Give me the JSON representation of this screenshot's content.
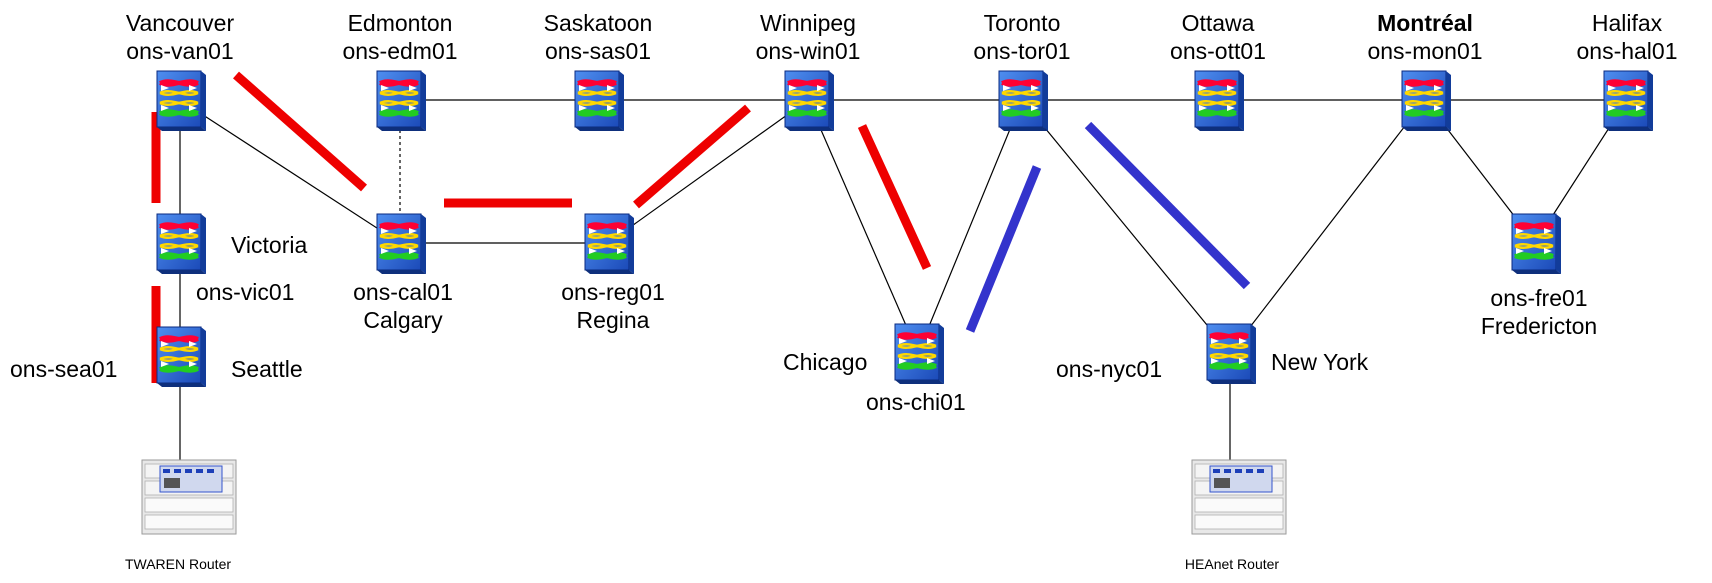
{
  "nodes": [
    {
      "id": "van",
      "city": "Vancouver",
      "host": "ons-van01"
    },
    {
      "id": "edm",
      "city": "Edmonton",
      "host": "ons-edm01"
    },
    {
      "id": "sas",
      "city": "Saskatoon",
      "host": "ons-sas01"
    },
    {
      "id": "win",
      "city": "Winnipeg",
      "host": "ons-win01"
    },
    {
      "id": "tor",
      "city": "Toronto",
      "host": "ons-tor01"
    },
    {
      "id": "ott",
      "city": "Ottawa",
      "host": "ons-ott01"
    },
    {
      "id": "mon",
      "city": "Montréal",
      "host": "ons-mon01"
    },
    {
      "id": "hal",
      "city": "Halifax",
      "host": "ons-hal01"
    },
    {
      "id": "vic",
      "city": "Victoria",
      "host": "ons-vic01"
    },
    {
      "id": "cal",
      "city": "Calgary",
      "host": "ons-cal01"
    },
    {
      "id": "reg",
      "city": "Regina",
      "host": "ons-reg01"
    },
    {
      "id": "sea",
      "city": "Seattle",
      "host": "ons-sea01"
    },
    {
      "id": "chi",
      "city": "Chicago",
      "host": "ons-chi01"
    },
    {
      "id": "nyc",
      "city": "New York",
      "host": "ons-nyc01"
    },
    {
      "id": "fre",
      "city": "Fredericton",
      "host": "ons-fre01"
    }
  ],
  "routers": [
    {
      "id": "twaren",
      "label": "TWAREN Router"
    },
    {
      "id": "heanet",
      "label": "HEAnet Router"
    }
  ],
  "links": [
    {
      "from": "van",
      "to": "vic",
      "style": "solid"
    },
    {
      "from": "van",
      "to": "cal",
      "style": "solid"
    },
    {
      "from": "edm",
      "to": "sas",
      "style": "solid"
    },
    {
      "from": "sas",
      "to": "win",
      "style": "solid"
    },
    {
      "from": "win",
      "to": "tor",
      "style": "solid"
    },
    {
      "from": "tor",
      "to": "ott",
      "style": "solid"
    },
    {
      "from": "ott",
      "to": "mon",
      "style": "solid"
    },
    {
      "from": "mon",
      "to": "hal",
      "style": "solid"
    },
    {
      "from": "edm",
      "to": "cal",
      "style": "dashed"
    },
    {
      "from": "cal",
      "to": "reg",
      "style": "solid"
    },
    {
      "from": "reg",
      "to": "win",
      "style": "solid"
    },
    {
      "from": "win",
      "to": "chi",
      "style": "solid"
    },
    {
      "from": "tor",
      "to": "chi",
      "style": "solid"
    },
    {
      "from": "tor",
      "to": "nyc",
      "style": "solid"
    },
    {
      "from": "mon",
      "to": "nyc",
      "style": "solid"
    },
    {
      "from": "mon",
      "to": "fre",
      "style": "solid"
    },
    {
      "from": "hal",
      "to": "fre",
      "style": "solid"
    },
    {
      "from": "vic",
      "to": "sea",
      "style": "solid"
    },
    {
      "from": "sea",
      "to": "twaren",
      "style": "solid"
    },
    {
      "from": "nyc",
      "to": "heanet",
      "style": "solid"
    }
  ],
  "colors": {
    "red_path": "#ee0000",
    "blue_path": "#3333cc",
    "node_fill": "#2a64d8",
    "link": "#000000"
  }
}
